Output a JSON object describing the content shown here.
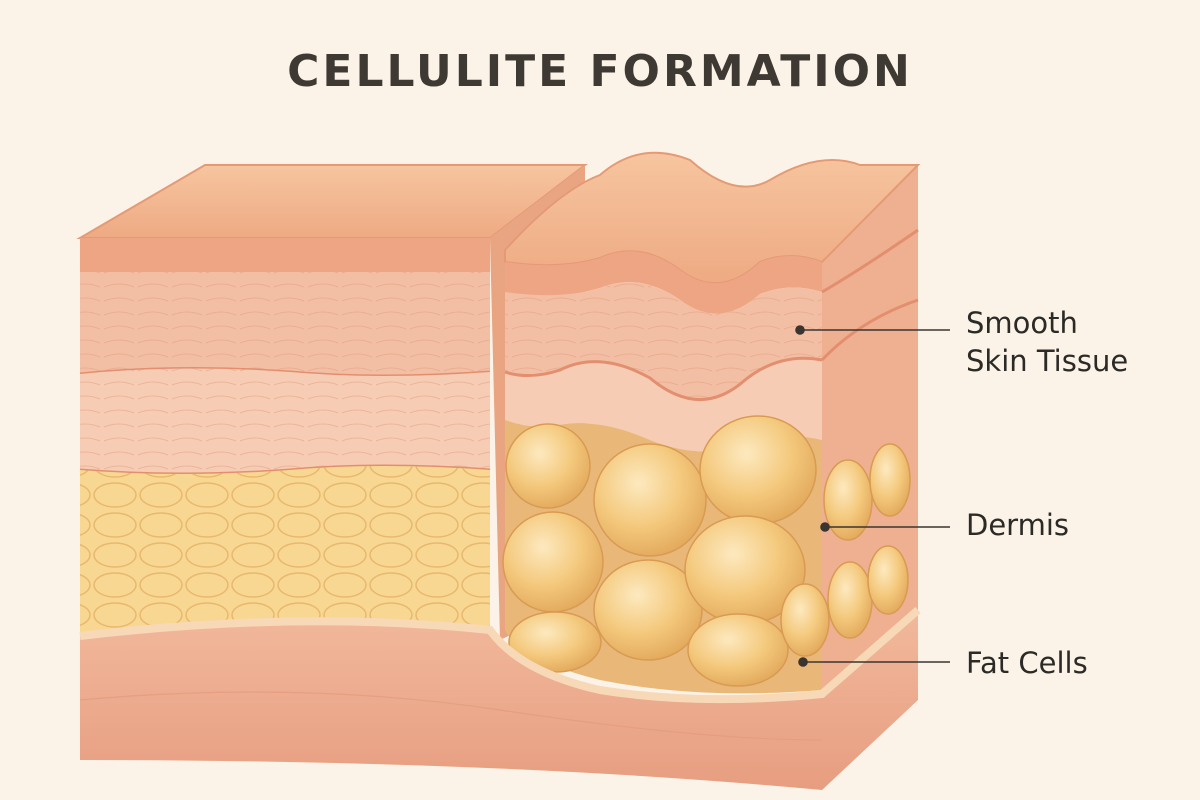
{
  "title": "CELLULITE FORMATION",
  "labels": {
    "smooth_line1": "Smooth",
    "smooth_line2": "Skin Tissue",
    "dermis": "Dermis",
    "fat_cells": "Fat Cells"
  },
  "colors": {
    "background": "#fbf3e8",
    "skin_top": "#f2b48c",
    "skin_edge": "#e59a76",
    "dermis": "#f4c2a8",
    "fat_tissue": "#f7d48f",
    "fat_cell": "#f3c679",
    "base_tissue": "#efb095",
    "leader_line": "#3a3530"
  }
}
